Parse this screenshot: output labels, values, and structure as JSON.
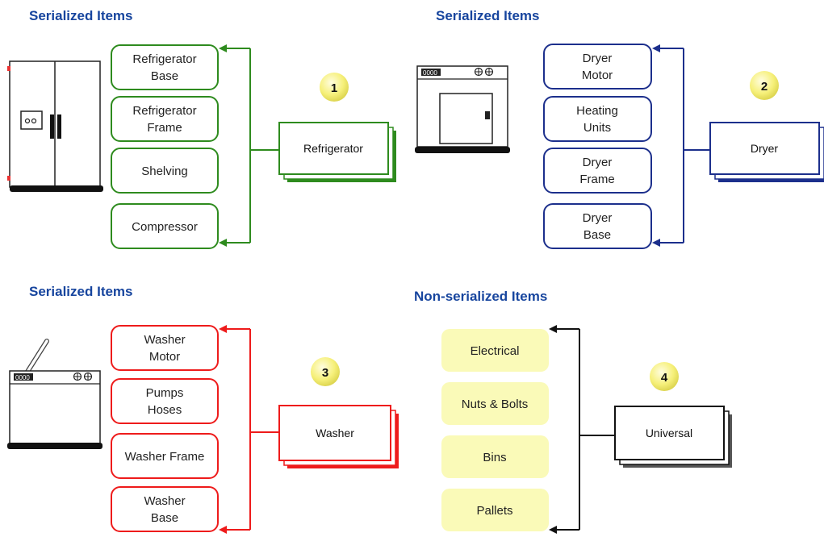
{
  "colors": {
    "title": "#17459e",
    "green": "#2e8b1e",
    "blue": "#1c2f8c",
    "red": "#ee1b1b",
    "black": "#111111",
    "badge_fill": "#f6f07a",
    "universal_fill": "#fafab8"
  },
  "sections": [
    {
      "title": "Serialized Items",
      "appliance_icon": "refrigerator-icon",
      "color": "#2e8b1e",
      "badge": "1",
      "main_label": "Refrigerator",
      "items": [
        [
          "Refrigerator",
          "Base"
        ],
        [
          "Refrigerator",
          "Frame"
        ],
        [
          "Shelving"
        ],
        [
          "Compressor"
        ]
      ]
    },
    {
      "title": "Serialized Items",
      "appliance_icon": "dryer-icon",
      "color": "#1c2f8c",
      "badge": "2",
      "main_label": "Dryer",
      "items": [
        [
          "Dryer",
          "Motor"
        ],
        [
          "Heating",
          "Units"
        ],
        [
          "Dryer",
          "Frame"
        ],
        [
          "Dryer",
          "Base"
        ]
      ]
    },
    {
      "title": "Serialized Items",
      "appliance_icon": "washer-icon",
      "color": "#ee1b1b",
      "badge": "3",
      "main_label": "Washer",
      "items": [
        [
          "Washer",
          "Motor"
        ],
        [
          "Pumps",
          "Hoses"
        ],
        [
          "Washer Frame"
        ],
        [
          "Washer",
          "Base"
        ]
      ]
    },
    {
      "title": "Non-serialized Items",
      "appliance_icon": "",
      "color": "#111111",
      "badge": "4",
      "main_label": "Universal",
      "items": [
        [
          "Electrical"
        ],
        [
          "Nuts & Bolts"
        ],
        [
          "Bins"
        ],
        [
          "Pallets"
        ]
      ]
    }
  ]
}
